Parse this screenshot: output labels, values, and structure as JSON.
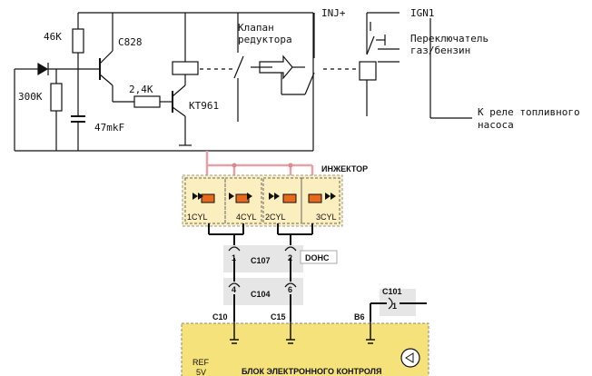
{
  "schematic": {
    "r_46k": "46K",
    "t_c828": "C828",
    "r_300k": "300K",
    "r_24k": "2,4K",
    "t_kt961": "KT961",
    "c_47": "47mkF",
    "valve_line1": "Клапан",
    "valve_line2": "редуктора",
    "inj_plus": "INJ+",
    "ign1": "IGN1",
    "switch_line1": "Переключатель",
    "switch_line2": "газ/бензин",
    "relay_line1": "К реле топливного",
    "relay_line2": "насоса"
  },
  "wiring": {
    "injector_title": "ИНЖЕКТОР",
    "cylinders": [
      "1CYL",
      "4CYL",
      "2CYL",
      "3CYL"
    ],
    "c107": "C107",
    "c104": "C104",
    "c101": "C101",
    "dohc": "DOHC",
    "pin1": "1",
    "pin2": "2",
    "pin4": "4",
    "pin6": "6",
    "pin1_c101": "1",
    "c10": "C10",
    "c15": "C15",
    "b6": "B6",
    "ecu_title": "БЛОК ЭЛЕКТРОННОГО КОНТРОЛЯ",
    "ref": "REF",
    "five_v": "5V"
  },
  "colors": {
    "line": "#111111",
    "pink": "#e8a0a8",
    "box_fill": "#fbefc0",
    "ecu_fill": "#f5e27a"
  }
}
